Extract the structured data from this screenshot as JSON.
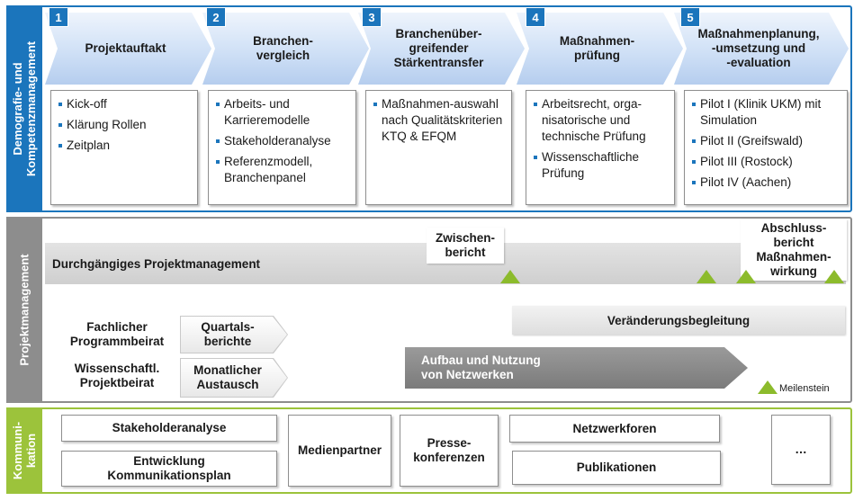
{
  "sections": {
    "demografie": "Demografie- und\nKompetenzmanagement",
    "projektmanagement": "Projektmanagement",
    "kommunikation": "Kommuni-\nkation"
  },
  "phases": [
    {
      "number": "1",
      "title": "Projektauftakt",
      "items": [
        "Kick-off",
        "Klärung Rollen",
        "Zeitplan"
      ]
    },
    {
      "number": "2",
      "title": "Branchen-\nvergleich",
      "items": [
        "Arbeits- und Karrieremodelle",
        "Stakeholderanalyse",
        "Referenzmodell, Branchenpanel"
      ]
    },
    {
      "number": "3",
      "title": "Branchenüber-\ngreifender\nStärkentransfer",
      "items": [
        "Maßnahmen-auswahl nach Qualitätskriterien KTQ & EFQM"
      ]
    },
    {
      "number": "4",
      "title": "Maßnahmen-\nprüfung",
      "items": [
        "Arbeitsrecht, orga-nisatorische und technische Prüfung",
        "Wissenschaftliche Prüfung"
      ]
    },
    {
      "number": "5",
      "title": "Maßnahmenplanung,\n-umsetzung und\n-evaluation",
      "items": [
        "Pilot I (Klinik UKM) mit Simulation",
        "Pilot II (Greifswald)",
        "Pilot III (Rostock)",
        "Pilot IV (Aachen)"
      ]
    }
  ],
  "pm": {
    "band_label": "Durchgängiges Projektmanagement",
    "zwischenbericht": "Zwischen-\nbericht",
    "abschlussbericht": "Abschluss-\nbericht\nMaßnahmen-\nwirkung",
    "fachlicher_beirat": "Fachlicher\nProgrammbeirat",
    "quartalsberichte": "Quartals-\nberichte",
    "wiss_beirat": "Wissenschaftl.\nProjektbeirat",
    "monatlicher_austausch": "Monatlicher\nAustausch",
    "veraenderungsbegleitung": "Veränderungsbegleitung",
    "netzwerke": "Aufbau und Nutzung\nvon Netzwerken",
    "legend_label": "Meilenstein",
    "milestone_color": "#8cbb2c"
  },
  "kommunikation": {
    "stakeholderanalyse": "Stakeholderanalyse",
    "kommunikationsplan": "Entwicklung\nKommunikationsplan",
    "medienpartner": "Medienpartner",
    "pressekonferenzen": "Presse-\nkonferenzen",
    "netzwerkforen": "Netzwerkforen",
    "publikationen": "Publikationen",
    "more": "…"
  },
  "colors": {
    "section_blue": "#1b75bc",
    "section_grey": "#8d8d8d",
    "section_green": "#9cc33b"
  }
}
